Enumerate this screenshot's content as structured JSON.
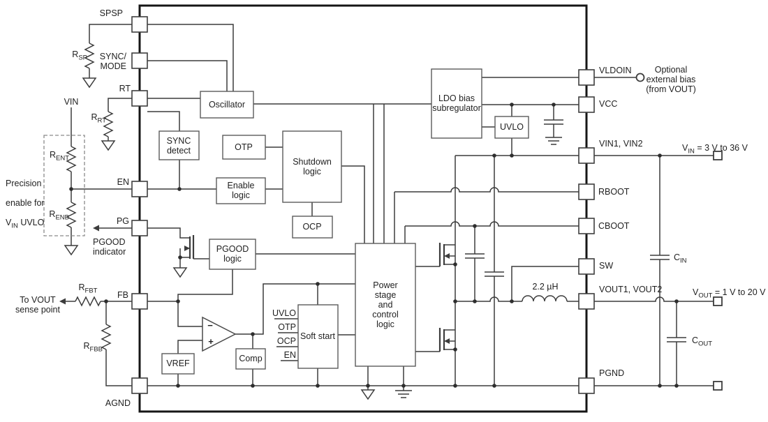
{
  "pins": {
    "left": {
      "spsp": "SPSP",
      "sync_mode": "SYNC/\nMODE",
      "rt": "RT",
      "en": "EN",
      "pg": "PG",
      "fb": "FB",
      "agnd": "AGND"
    },
    "right": {
      "vldoin": "VLDOIN",
      "vcc": "VCC",
      "vin": "VIN1, VIN2",
      "rboot": "RBOOT",
      "cboot": "CBOOT",
      "sw": "SW",
      "vout": "VOUT1, VOUT2",
      "pgnd": "PGND"
    }
  },
  "blocks": {
    "oscillator": "Oscillator",
    "sync_detect": "SYNC\ndetect",
    "otp": "OTP",
    "shutdown": "Shutdown\nlogic",
    "enable": "Enable\nlogic",
    "ocp": "OCP",
    "pgood": "PGOOD\nlogic",
    "power_stage": "Power\nstage\nand\ncontrol\nlogic",
    "soft_start": "Soft start",
    "comp": "Comp",
    "vref": "VREF",
    "ldo": "LDO bias\nsubregulator",
    "uvlo": "UVLO"
  },
  "soft_start_inputs": [
    "UVLO",
    "OTP",
    "OCP",
    "EN"
  ],
  "error_amp": {
    "minus": "−",
    "plus": "+"
  },
  "components": {
    "r_sp": {
      "base": "R",
      "sub": "SP"
    },
    "r_rt": {
      "base": "R",
      "sub": "RT"
    },
    "r_ent": {
      "base": "R",
      "sub": "ENT"
    },
    "r_enb": {
      "base": "R",
      "sub": "ENB"
    },
    "r_fbt": {
      "base": "R",
      "sub": "FBT"
    },
    "r_fbb": {
      "base": "R",
      "sub": "FBB"
    },
    "c_in": {
      "base": "C",
      "sub": "IN"
    },
    "c_out": {
      "base": "C",
      "sub": "OUT"
    },
    "inductor_value": "2.2 µH"
  },
  "annotations": {
    "vin_node": "VIN",
    "precision_enable": {
      "line1": "Precision",
      "line2": "enable for",
      "line3_base": "V",
      "line3_sub": "IN",
      "line3_rest": " UVLO"
    },
    "pgood_indicator": "PGOOD\nindicator",
    "vout_sense": "To VOUT\nsense point",
    "optional_bias": "Optional\nexternal bias\n(from VOUT)",
    "vin_range": {
      "base": "V",
      "sub": "IN",
      "rest": " = 3 V to 36 V"
    },
    "vout_range": {
      "base": "V",
      "sub": "OUT",
      "rest": " = 1 V to 20 V"
    }
  }
}
